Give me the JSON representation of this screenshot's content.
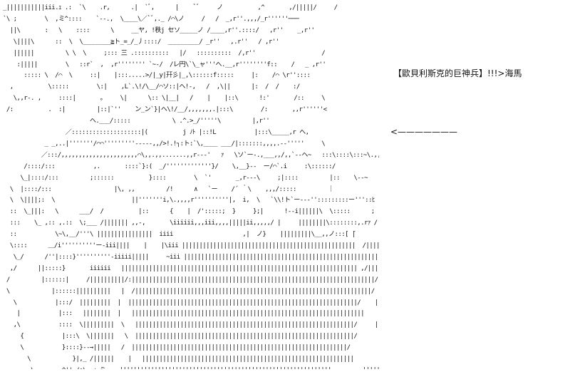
{
  "caption": "【歐貝利斯克的巨神兵】!!!>海馬",
  "pointer_arrow": "<———————",
  "ascii_art": [
    "_|||||||||||iii.ｪ .:  `\\    .r,      .|  `ﾞ,      |    `ﾞ     ノ          ,^       ,/|||||/     /",
    "`\\ ;        \\  ,ミ^::::    `--.,  \\____\\／`ﾞ,._ /⌒\\ノ     /   /  _,r''.,,,/_r''''''───",
    "  ||\\       :   \\    ::::      \\     __ヤ, !秩j セソ_____ノ /____,r''.::::/   ,r''    _,r''",
    "   \\||||\\      ::  \\  \\________≧ト_=_/_丿::::/  _________/ _r''   ,.r''   / ,r''",
    "   ||||||         \\ \\  \\     ;::: 三 .::::::::::   |/   ::::::::::  /,r''                   /",
    "    :|||||        \\   ::r`  ,  ,r'''''''' `~-/  /レ円\\`\\_ャ'''へ.__,r''''''''f::    /   _ ,r''",
    "      ::::: \\  /⌒  \\     ::|    |:::.....>/|_y|幵彡|_,\\::::::f:::::     |:    /⌒ \\r''::::",
    "  ,          \\:::::        \\:|    ,L`.\\!/\\__/⌒ソ::|ヘ!-,   /  ,\\||      |:  /  /    :/",
    "   \\,,r-. ,     ::::|       。    \\|      \\:: \\|__|   /    |    |::\\      !:'       /::     \\",
    " /:          .  :|         |::|`''    ン_ン`}|ヘ\\!/__/,,,,,,,.|:::\\        /:       ,,r''''''<",
    "                         ヘ.___/:::::            \\ .^.>_/'''''\\         |,r''",
    "                  ／::::::::::::::::::::|(          j ﾉﾄ |::!L           |:::\\_____,r へ,",
    "            _ _,..|'''''''/⌒⌒'''''''''-----,,/>!.!┐:ト:`\\,____ ___/|:::::::,,,,.--'''''     \\",
    "           ／:::/,,,,,,,,,,,,,,,,,,,,,,⌒\\,,.,,.......,,r---'   ｧ   \\ソ`ー-.,___,,/,,`--ヘ~   :::\\::::\\:::~\\.,,,,,",
    "      /::::/:::           ,.       ::::`}:(  _/'''''''''''''}/    \\,__}--  ー/⌒`.i     :\\::::::/",
    "     \\_|::::/:::         ;::::::          }::::        \\  `'       _,r---\\     ;|::::         |::    \\--~",
    "  \\  |::::/:::                  |\\, ,,         /!      ∧   `ー    /´ ｀\\    ,,,/:::::         ｜",
    "  \\  \\||||;:  \\                      ||'''''''i,\\.,,,,r''''''''''|,  i,  \\   `\\\\!ト`ー---'':::::::::ー'''::ﾋ           |",
    "  ::  \\_|||:   \\      ___/  /          |::      {    |  /':::::;  }     };|      !--i||||||\\  \\:::::      ;",
    "  :::    \\_ ,:: ,.::  \\;___ /||||||| ,,-,       \\iiiiii,,,iii,,,,|||||ii,,,,,/ |     ||||||||\\::::::::,.rｧ /",
    "  ::           \\~\\,__/'''\\ ||||||||||||||||  iiii                    ,|  ノ}    |||||||||\\__,,ノ:::[ ̄|",
    "  \\::::      ＿/i''''''''''ー-iii||||    |    |\\iii ||||||||||||||||||||||||||||||||||||||||||||||||||  /|||||||||ー--.,   \\|:::|",
    "   \\_/      /''|::::}''''''''''-iiiii|||||     ~iii ||||||||||||||||||||||||||||||||||||||||||||||||||||||||||| ||||||||||-----,,  ` /:|",
    "  ,/      ||:::::}       iiiiii   |||||||||||||||||||||||||||||||||||||||||||||||||||||||||||||||||||| ,/|||||||||:::::::\\     |:::|",
    " /         |::::::|     /||||||||||/:||||||||||||||||||||||||||||||||||||||||||||||||||||||||||||||||||||||/ |||||||||::::::::::::   |:::|",
    " \\            |::::::||||||||||   |  /||||||||||||||||||||||||||||||||||||||||||||||||||||||||||||||||||||/    ||||||||||::::::::::   |:::|",
    "   \\           |:::/  |||||||||  |  ||||||||||||||||||||||||||||||||||||||||||||||||||||||||||||||||||/    ||||||||||::::::::   |::|",
    "    |           |:::   ||||||||  |   |||||||||||||||||||||||||||||||||||||||||||||||||||||||||||||||||||     |||||||||::::::/  |::/",
    "   ,\\           ::::  \\|||||||||  \\   |||||||||||||||||||||||||||||||||||||||||||||||||||||||||||||||/     ||||||||::::/    ソ",
    "     {           |:::\\  \\|||||||   \\  |||||||||||||||||||||||||||||||||||||||||||||||||||||||||||||||/      |||||||:/    ソ",
    "     \\           }::::}--→|||||   /  ||||||||||||||||||||||||||||||||||||||||||||||||||||||||||||||/        |||||||/     y",
    "       \\            }|,_ /||||||    |   |||||||||||||||||||||||||||||||||||||||||||||||||||||||||||||         |||||||| ,    ,ゞ-,/",
    "        \\      _,^'' /⌒\\--ｨ‐ミ    |||||||||||||||||||||||||||||||||||||||||||||||||||||||||||||         ||||||/ ⌒ \\,--!-,,ン"
  ]
}
